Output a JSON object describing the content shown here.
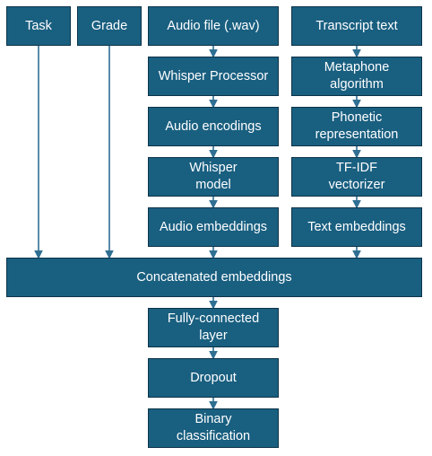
{
  "nodes": {
    "task": "Task",
    "grade": "Grade",
    "audio_file": "Audio file (.wav)",
    "transcript": "Transcript text",
    "whisper_processor": "Whisper Processor",
    "metaphone": "Metaphone\nalgorithm",
    "audio_encodings": "Audio encodings",
    "phonetic": "Phonetic\nrepresentation",
    "whisper_model": "Whisper\nmodel",
    "tfidf": "TF-IDF\nvectorizer",
    "audio_embeddings": "Audio embeddings",
    "text_embeddings": "Text embeddings",
    "concatenated": "Concatenated embeddings",
    "fully_connected": "Fully-connected\nlayer",
    "dropout": "Dropout",
    "binary": "Binary\nclassification"
  },
  "colors": {
    "box_fill": "#195f80",
    "box_border": "#0d3348",
    "arrow": "#2f6f92",
    "text": "#ffffff"
  }
}
